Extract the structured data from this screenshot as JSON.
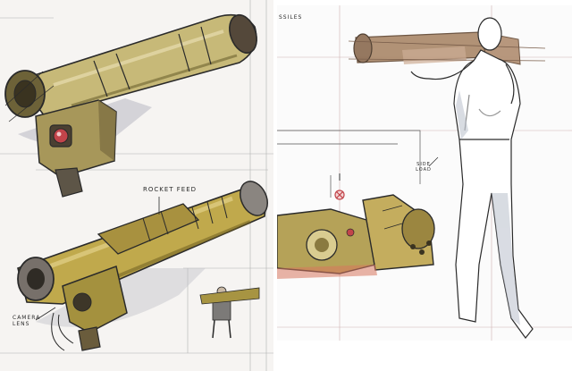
{
  "left_sheet": {
    "labels": {
      "rocket_feed": "ROCKET FEED",
      "camera_lens": "CAMERA LENS"
    }
  },
  "right_sheet": {
    "labels": {
      "missiles": "SSILES",
      "side_load": "SIDE LOAD"
    }
  },
  "colors": {
    "olive": "#b9a55a",
    "olive_dark": "#7d6d32",
    "ink": "#2a2a2a",
    "shadow_grey": "#9a9aa2",
    "lens_red": "#c2444a",
    "sepia": "#8a6a50"
  }
}
